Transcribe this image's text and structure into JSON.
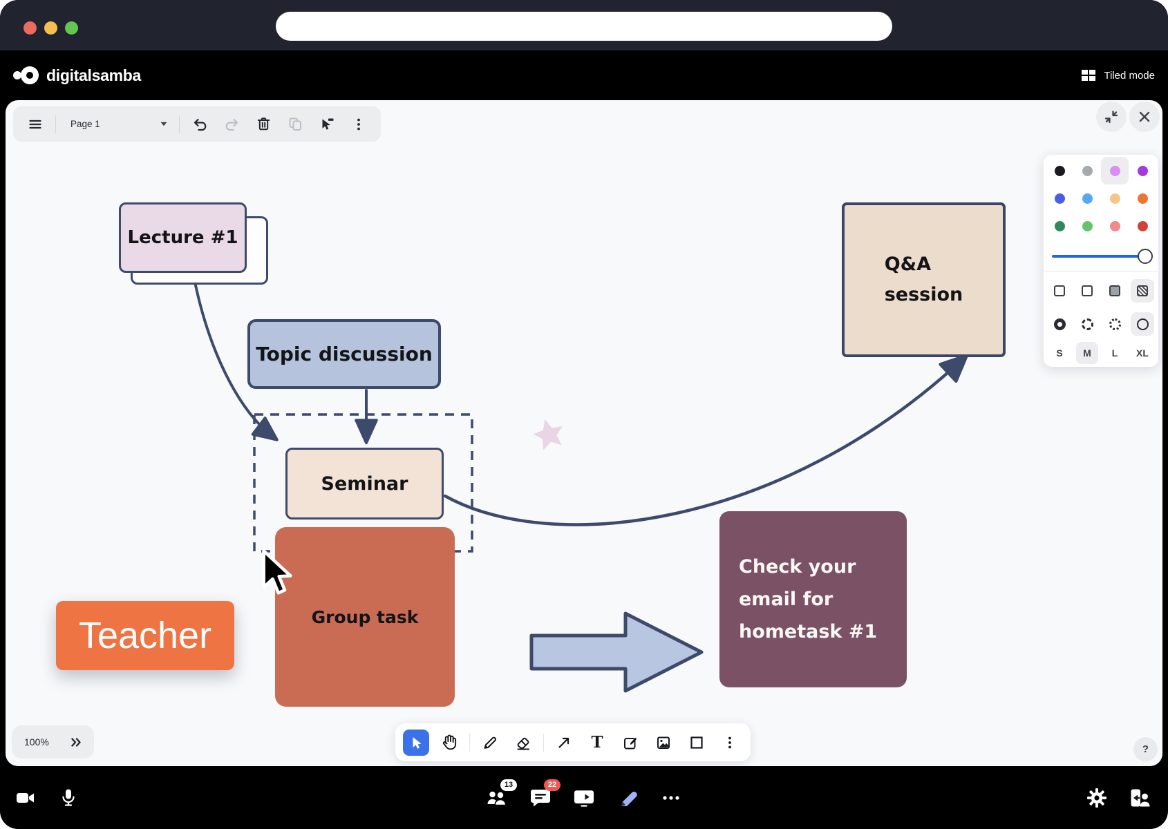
{
  "palette": {
    "navy_stroke": "#3d4a6b",
    "canvas_bg": "#f8f9fb",
    "accent_blue": "#3b72e8",
    "slider_blue": "#2166e8",
    "badge_red": "#f45752",
    "pencil_active": "#9fb2f5",
    "block_arrow_fill": "#b9c6e1",
    "star_fill": "#e9d5e6"
  },
  "header": {
    "brand": "digitalsamba",
    "tiled_mode": "Tiled mode"
  },
  "board_toolbar": {
    "page": "Page 1"
  },
  "style_panel": {
    "colors": [
      "#1a1b1f",
      "#a6aaaf",
      "#d98ef2",
      "#a43bdb",
      "#4a5de8",
      "#54a9f5",
      "#f8c489",
      "#ef7332",
      "#2f8a5b",
      "#62c56d",
      "#f18a8a",
      "#cf4336"
    ],
    "selected_color": "#d98ef2",
    "sizes": [
      "S",
      "M",
      "L",
      "XL"
    ],
    "selected_size": "M"
  },
  "canvas": {
    "lecture": {
      "label": "Lecture #1",
      "fill": "#ead9e7"
    },
    "topic": {
      "label": "Topic discussion",
      "fill": "#b6c3dd"
    },
    "seminar": {
      "label": "Seminar",
      "fill": "#f2e3d6"
    },
    "qa": {
      "line1": "Q&A",
      "line2": "session",
      "fill": "#ecdccb"
    },
    "group": {
      "label": "Group task",
      "fill": "#ca6c54"
    },
    "teacher": {
      "label": "Teacher",
      "fill": "#ee7444"
    },
    "hometask": {
      "line1": "Check your",
      "line2": "email for",
      "line3": "hometask #1",
      "fill": "#7b5166"
    }
  },
  "tools": {
    "text_tool_glyph": "T"
  },
  "zoom": {
    "level": "100%"
  },
  "help": {
    "label": "?"
  },
  "bottom_bar": {
    "participants_badge": "13",
    "chat_badge": "22"
  }
}
